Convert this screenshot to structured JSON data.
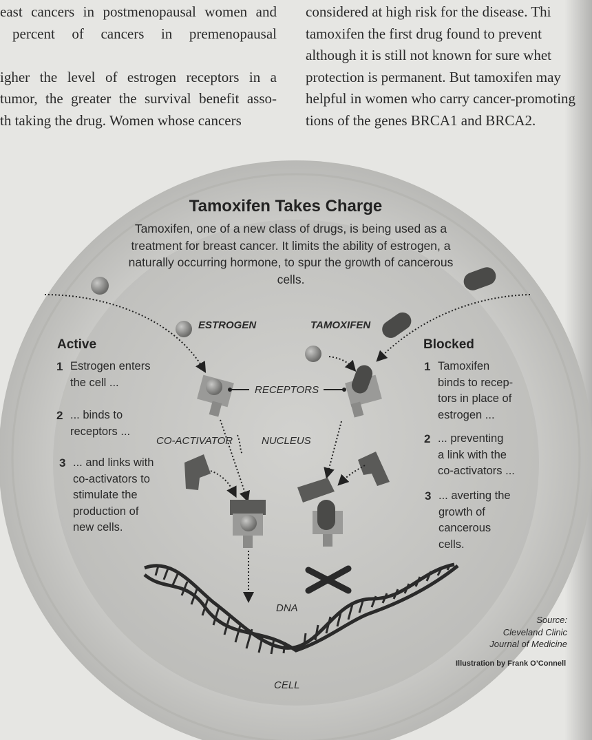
{
  "body_text": {
    "left_lines": [
      "east cancers in postmenopausal women and",
      "percent of cancers in premenopausal",
      "",
      "igher the level of estrogen receptors in a",
      "tumor, the greater the survival benefit asso-",
      "th taking the drug. Women whose cancers"
    ],
    "right_lines": [
      "considered at high risk for the disease. Thi",
      "tamoxifen the first drug found to prevent",
      "although it is still not known for sure whet",
      "protection is permanent. But tamoxifen may",
      "helpful in women who carry cancer-promoting",
      "tions of the genes BRCA1 and BRCA2."
    ]
  },
  "figure": {
    "title": "Tamoxifen Takes Charge",
    "intro": "Tamoxifen, one of a new class of drugs, is being used as a treatment for breast cancer. It limits the ability of estrogen, a naturally occurring hormone, to spur the growth of cancerous cells.",
    "labels": {
      "estrogen": "ESTROGEN",
      "tamoxifen": "TAMOXIFEN",
      "receptors": "RECEPTORS",
      "co_activator": "CO-ACTIVATOR",
      "nucleus": "NUCLEUS",
      "dna": "DNA",
      "cell": "CELL"
    },
    "active": {
      "heading": "Active",
      "steps": [
        {
          "num": "1",
          "text": "Estrogen enters\nthe cell ..."
        },
        {
          "num": "2",
          "text": "... binds to\nreceptors ..."
        },
        {
          "num": "3",
          "text": "... and links with\nco-activators to\nstimulate the\nproduction of\nnew cells."
        }
      ]
    },
    "blocked": {
      "heading": "Blocked",
      "steps": [
        {
          "num": "1",
          "text": "Tamoxifen\nbinds to recep-\ntors in place of\nestrogen ..."
        },
        {
          "num": "2",
          "text": "... preventing\na link with the\nco-activators ..."
        },
        {
          "num": "3",
          "text": "... averting the\ngrowth of\ncancerous\ncells."
        }
      ]
    },
    "source": {
      "label": "Source:",
      "line1": "Cleveland Clinic",
      "line2": "Journal of Medicine"
    },
    "credit": "Illustration by Frank O’Connell"
  },
  "colors": {
    "page": "#e6e6e3",
    "cell_fill": "#cfcfcc",
    "nucleus_fill": "#c4c4c1",
    "receptor": "#9a9a98",
    "coactivator": "#5a5a58",
    "tamoxifen": "#4a4a48",
    "estrogen": "#888886",
    "dna": "#2a2a2a"
  }
}
